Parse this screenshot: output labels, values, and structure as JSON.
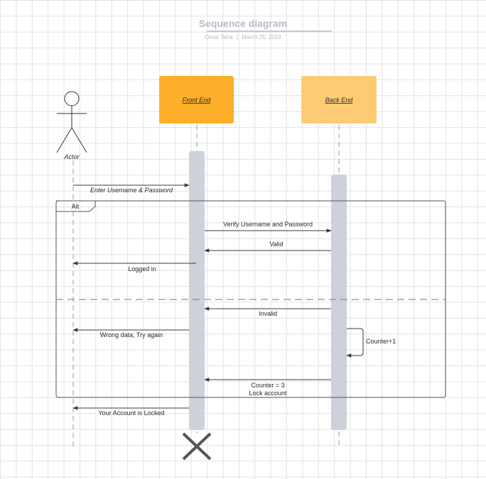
{
  "header": {
    "title": "Sequence diagram",
    "author": "Omar Taha",
    "separator": "|",
    "date": "March 25, 2023"
  },
  "participants": {
    "actor": "Actor",
    "frontend": "Front End",
    "backend": "Back End"
  },
  "fragment": {
    "label": "Alt"
  },
  "messages": {
    "m1": "Enter Username & Password",
    "m2": "Verify Username and Password",
    "m3": "Valid",
    "m4": "Logged in",
    "m5": "Invalid",
    "m6": "Wrong data, Try again",
    "m7": "Counter+1",
    "m8_line1": "Counter = 3",
    "m8_line2": "Lock account",
    "m9": "Your Account is Locked"
  },
  "colors": {
    "frontend_box": "#fdae2a",
    "backend_box": "#fdcb74",
    "activation": "#cdd1d9",
    "arrow": "#3a3a3a",
    "lifeline": "#9a9a9a"
  }
}
